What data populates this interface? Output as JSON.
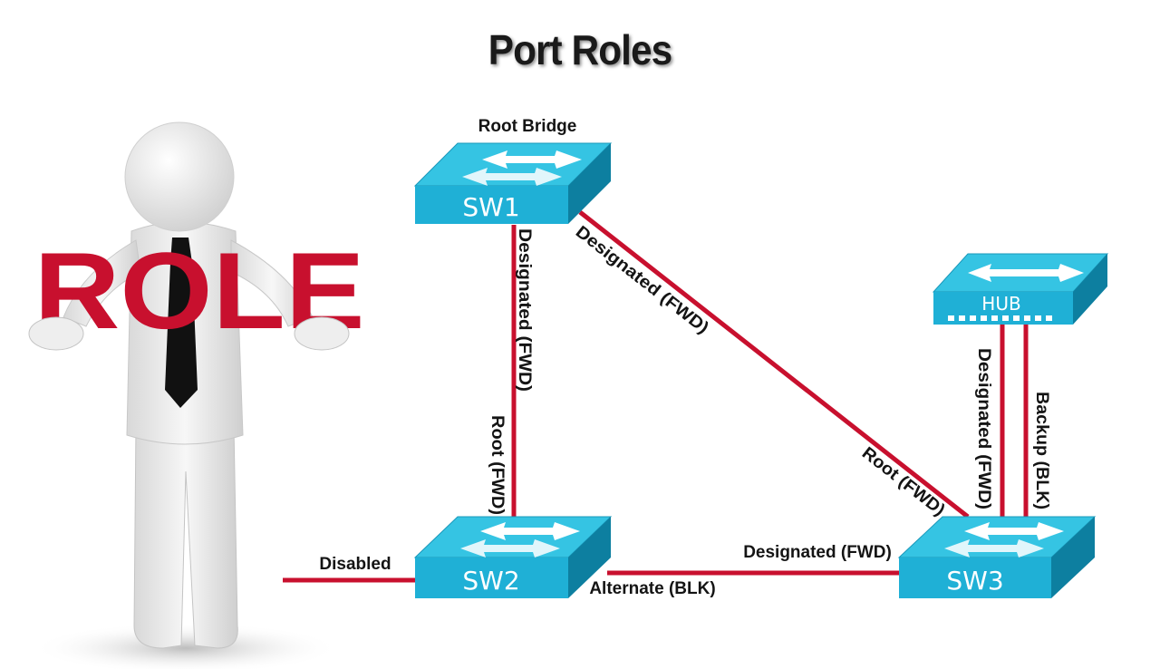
{
  "title": "Port Roles",
  "figure": {
    "role_word": "ROLE"
  },
  "devices": {
    "sw1": {
      "label": "SW1",
      "caption": "Root Bridge"
    },
    "sw2": {
      "label": "SW2"
    },
    "sw3": {
      "label": "SW3"
    },
    "hub": {
      "label": "HUB"
    }
  },
  "port_labels": {
    "sw1_to_sw2_designated": "Designated (FWD)",
    "sw2_root": "Root (FWD)",
    "sw1_to_sw3_designated": "Designated (FWD)",
    "sw3_root": "Root (FWD)",
    "hub_designated": "Designated (FWD)",
    "hub_backup": "Backup (BLK)",
    "sw2_disabled": "Disabled",
    "sw2_alternate": "Alternate (BLK)",
    "sw3_designated": "Designated (FWD)"
  },
  "colors": {
    "link": "#c8102e",
    "switch_top": "#35c4e3",
    "switch_front": "#1fb0d6",
    "switch_side": "#0d7fa0",
    "title": "#1a1a1a"
  }
}
